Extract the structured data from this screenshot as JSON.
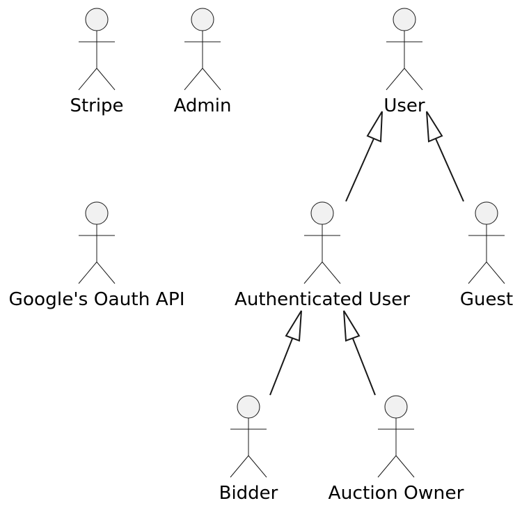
{
  "actors": {
    "stripe": {
      "name": "Stripe"
    },
    "admin": {
      "name": "Admin"
    },
    "user": {
      "name": "User"
    },
    "google_oauth": {
      "name": "Google's Oauth API"
    },
    "authenticated_user": {
      "name": "Authenticated User"
    },
    "guest": {
      "name": "Guest"
    },
    "bidder": {
      "name": "Bidder"
    },
    "auction_owner": {
      "name": "Auction Owner"
    }
  },
  "generalizations": [
    {
      "from": "Authenticated User",
      "to": "User"
    },
    {
      "from": "Guest",
      "to": "User"
    },
    {
      "from": "Bidder",
      "to": "Authenticated User"
    },
    {
      "from": "Auction Owner",
      "to": "Authenticated User"
    }
  ]
}
